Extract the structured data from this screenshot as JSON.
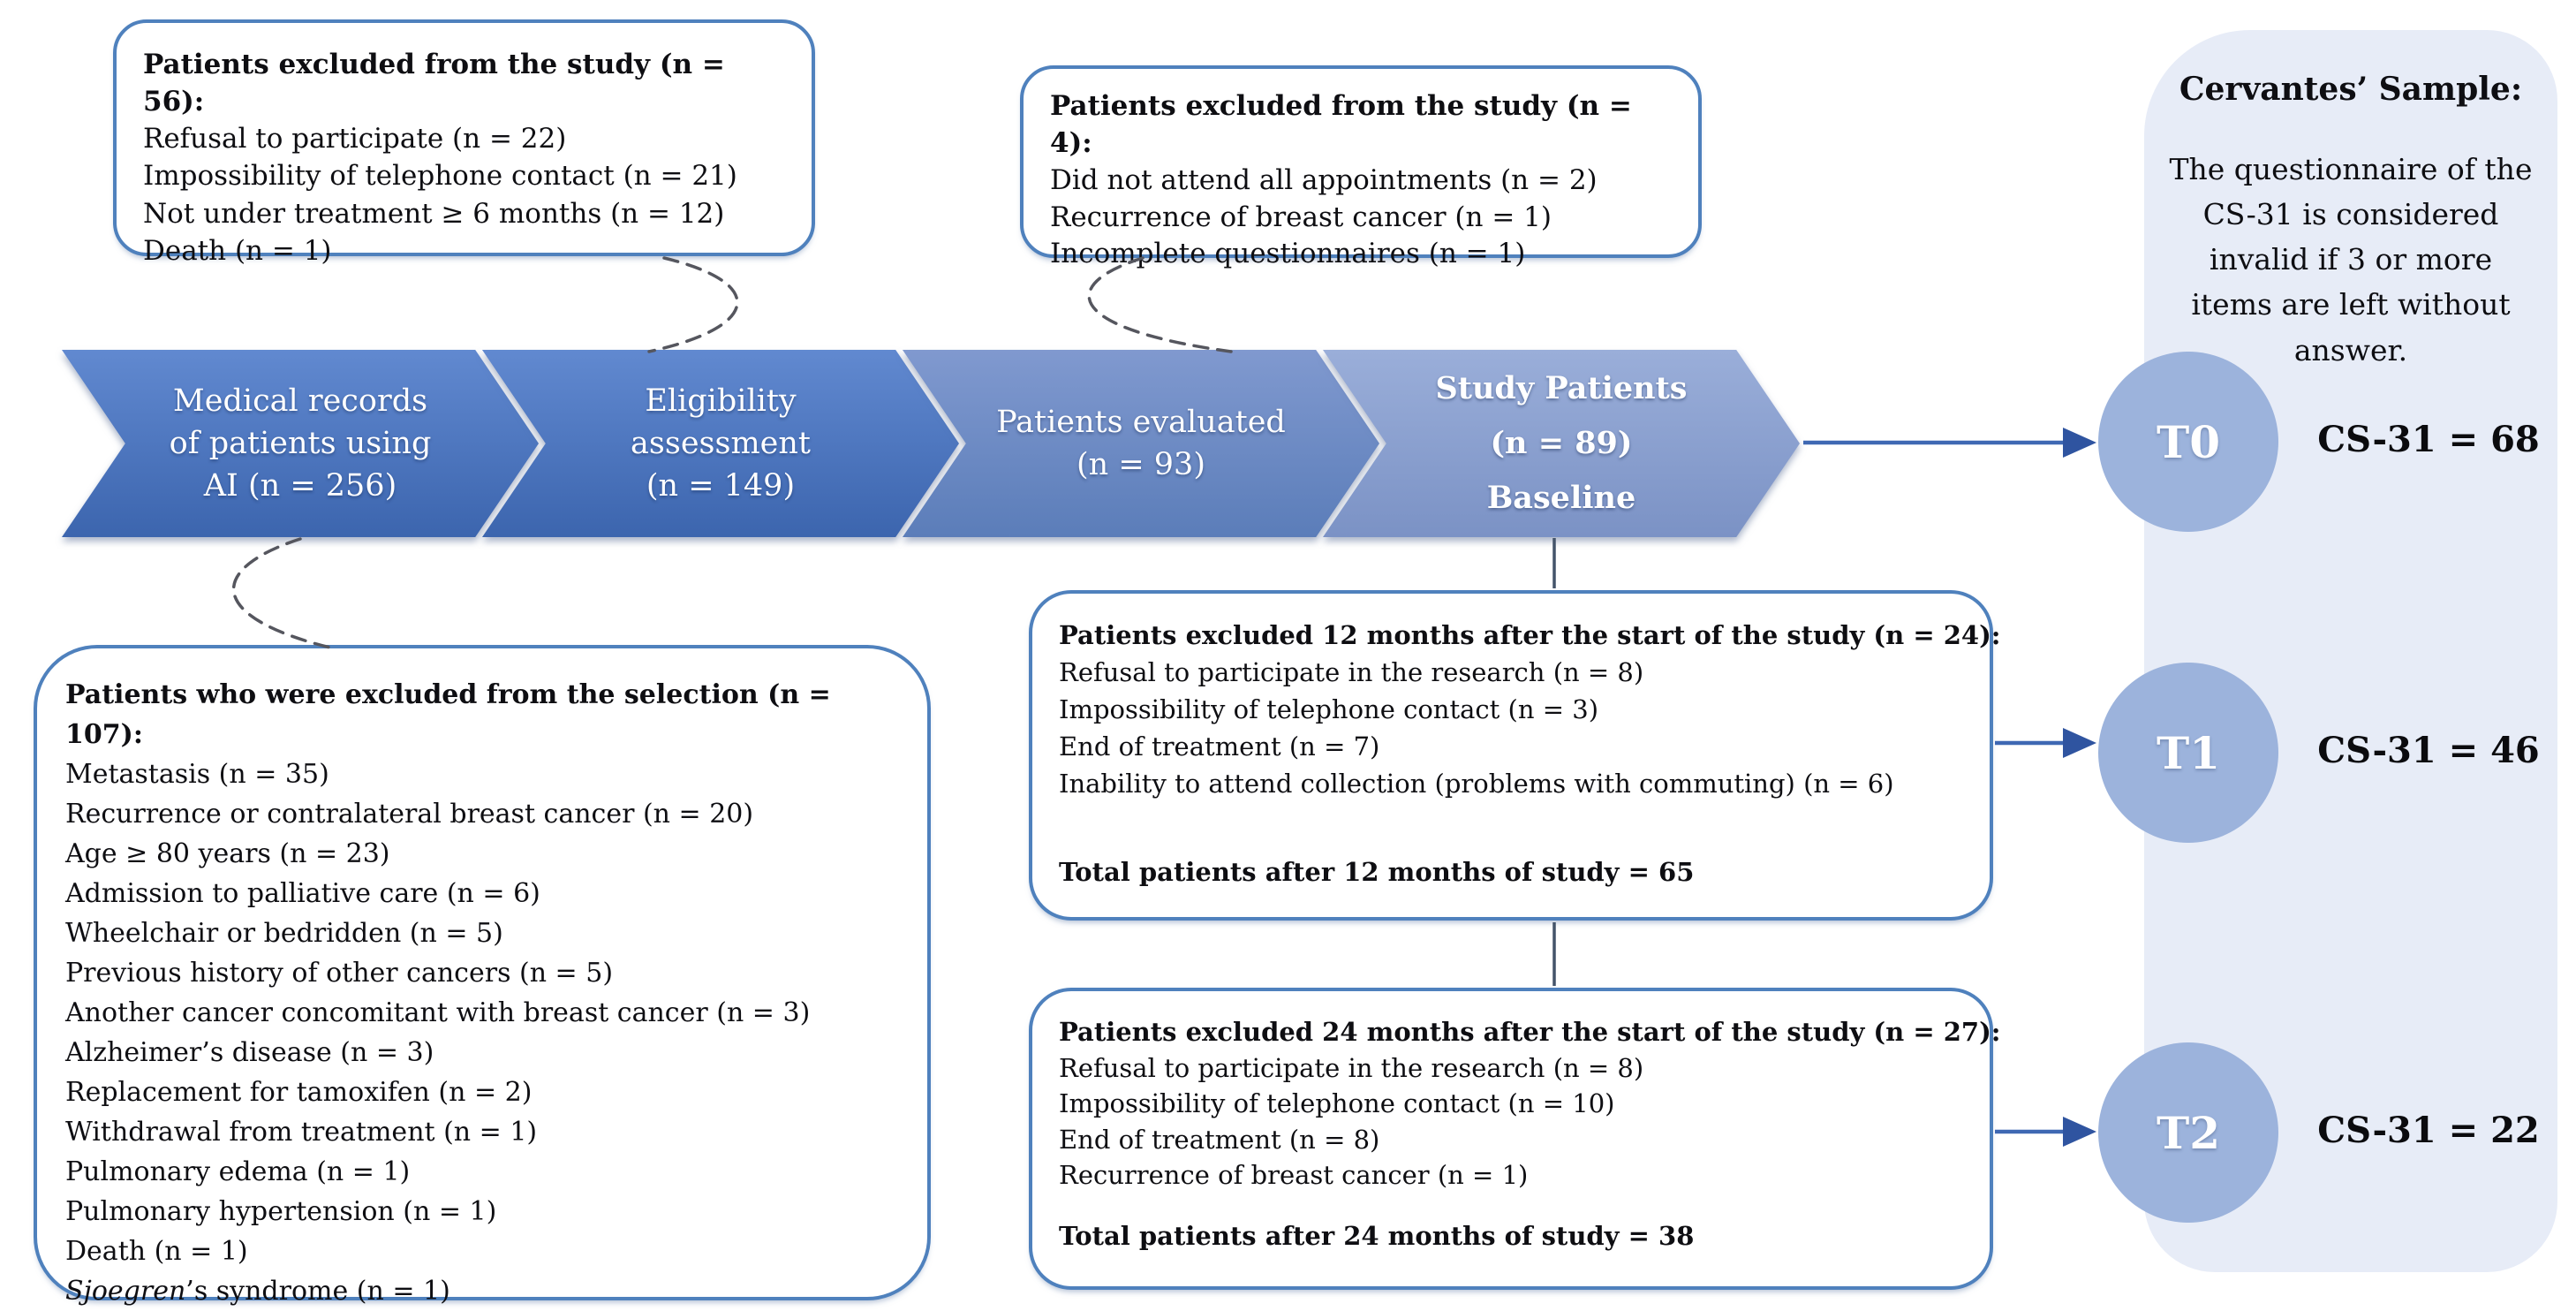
{
  "diagram": {
    "top_boxes": [
      {
        "title": "Patients excluded from the study (n = 56):",
        "items": [
          "Refusal to participate (n = 22)",
          "Impossibility of telephone contact (n = 21)",
          "Not under treatment ≥ 6 months (n = 12)",
          "Death (n = 1)"
        ]
      },
      {
        "title": "Patients excluded from the study (n = 4):",
        "items": [
          "Did not attend all appointments (n = 2)",
          "Recurrence of breast cancer (n = 1)",
          "Incomplete questionnaires (n = 1)"
        ]
      }
    ],
    "chevrons": [
      {
        "lines": [
          "Medical records",
          "of patients using",
          "AI (n = 256)"
        ]
      },
      {
        "lines": [
          "Eligibility",
          "assessment",
          "(n = 149)"
        ]
      },
      {
        "lines": [
          "Patients evaluated",
          "(n = 93)"
        ]
      },
      {
        "lines": [
          "Study Patients",
          "(n = 89)",
          "Baseline"
        ]
      }
    ],
    "selection_box": {
      "title": "Patients who were excluded from the selection (n = 107):",
      "items": [
        "Metastasis (n = 35)",
        "Recurrence or contralateral breast cancer (n = 20)",
        "Age ≥ 80 years (n = 23)",
        "Admission to palliative care (n = 6)",
        "Wheelchair or bedridden (n = 5)",
        "Previous history of other cancers (n = 5)",
        "Another cancer concomitant with breast cancer (n = 3)",
        "Alzheimer’s disease (n = 3)",
        "Replacement for tamoxifen (n = 2)",
        "Withdrawal from treatment (n = 1)",
        "Pulmonary edema (n = 1)",
        "Pulmonary hypertension (n = 1)",
        "Death (n = 1)"
      ],
      "last_item_italic": "Sjoegren",
      "last_item_rest": "’s syndrome (n = 1)"
    },
    "followup_boxes": [
      {
        "title": "Patients excluded 12 months after the start of the study (n = 24):",
        "items": [
          "Refusal to participate in the research (n = 8)",
          "Impossibility of telephone contact (n = 3)",
          "End of treatment (n = 7)",
          "Inability to attend collection (problems with commuting) (n = 6)"
        ],
        "total": "Total patients after 12 months of study = 65"
      },
      {
        "title": "Patients excluded 24 months after the start of the study (n = 27):",
        "items": [
          "Refusal to participate in the research (n = 8)",
          "Impossibility of telephone contact (n = 10)",
          "End of treatment (n = 8)",
          "Recurrence of breast cancer (n = 1)"
        ],
        "total": "Total patients after 24 months of study = 38"
      }
    ],
    "timepoints": [
      {
        "label": "T0",
        "score": "CS-31 = 68"
      },
      {
        "label": "T1",
        "score": "CS-31 = 46"
      },
      {
        "label": "T2",
        "score": "CS-31 = 22"
      }
    ],
    "sample_panel": {
      "title": "Cervantes’ Sample:",
      "body": "The questionnaire of the CS-31 is considered invalid if 3 or more items are left without answer."
    },
    "colors": {
      "box_border": "#4f81bd",
      "chevron_dark": "#3c65ae",
      "chevron_light": "#7b92c5",
      "circle_fill": "#9cb3dc",
      "panel_fill": "#e7ecf7",
      "arrow": "#3f68b3",
      "dashed_connector": "#55565e"
    }
  }
}
